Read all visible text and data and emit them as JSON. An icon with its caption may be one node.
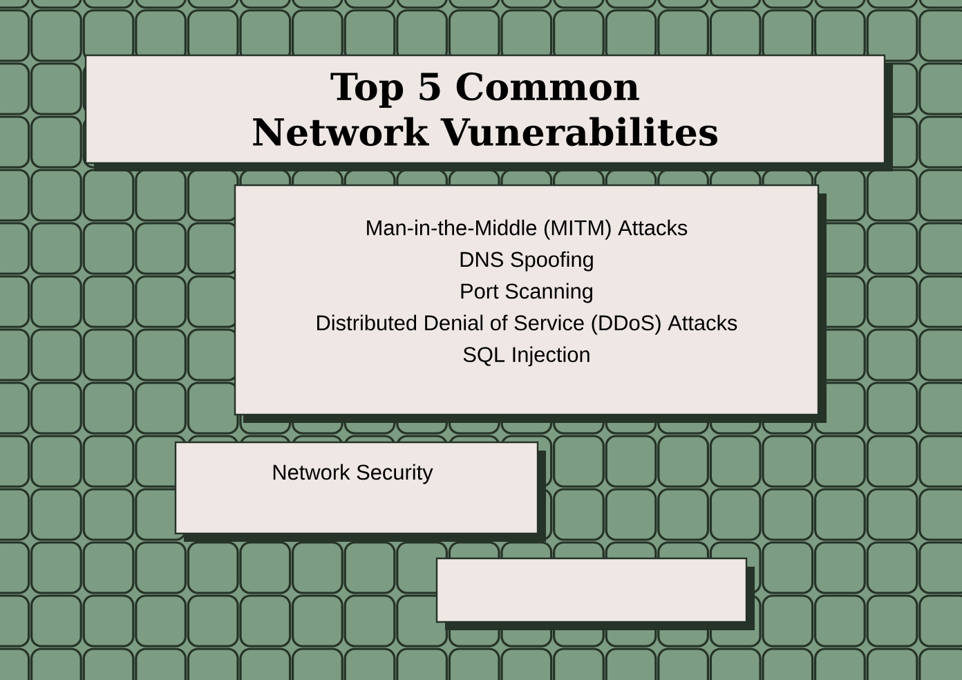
{
  "diagram": {
    "title": "Top 5 Common Network Vunerabilites",
    "nodes": [
      {
        "text": [
          "Man-in-the-Middle (MITM) Attacks",
          "DNS Spoofing",
          "Port Scanning",
          "Distributed Denial of Service (DDoS) Attacks",
          "SQL Injection"
        ]
      },
      {
        "text": [
          "Network Security"
        ]
      },
      {
        "text": [],
        "shape": "box"
      }
    ]
  }
}
